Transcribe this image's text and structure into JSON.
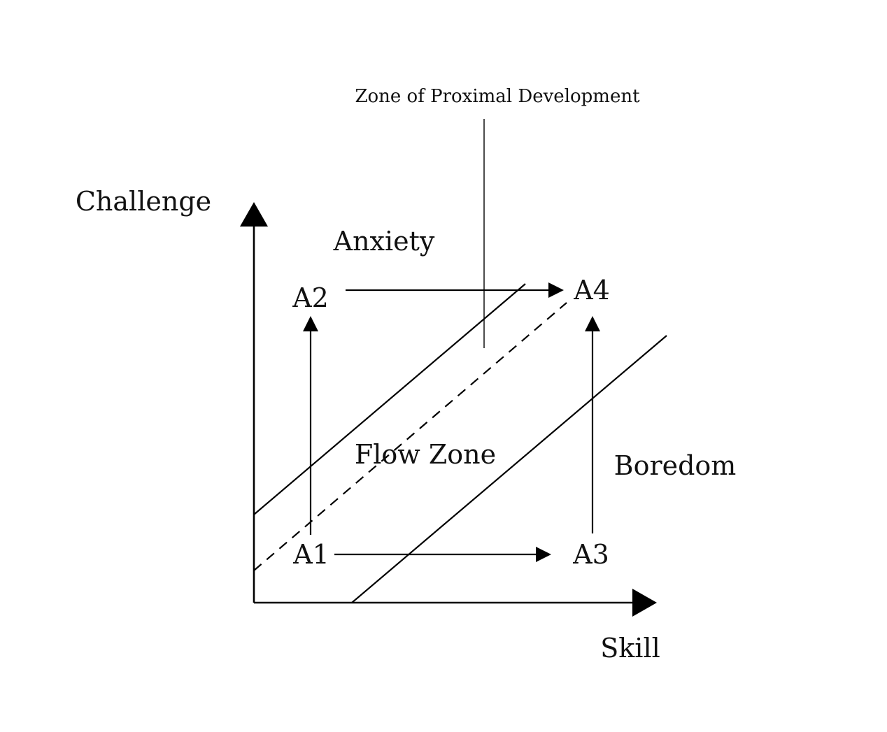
{
  "diagram": {
    "labels": {
      "zpd": "Zone of Proximal Development",
      "y_axis": "Challenge",
      "x_axis": "Skill",
      "anxiety": "Anxiety",
      "flow": "Flow Zone",
      "boredom": "Boredom"
    },
    "points": {
      "a1": "A1",
      "a2": "A2",
      "a3": "A3",
      "a4": "A4"
    },
    "transitions": [
      {
        "from": "A1",
        "to": "A2"
      },
      {
        "from": "A2",
        "to": "A4"
      },
      {
        "from": "A1",
        "to": "A3"
      },
      {
        "from": "A3",
        "to": "A4"
      }
    ],
    "colors": {
      "ink": "#000000",
      "background": "#ffffff"
    }
  }
}
